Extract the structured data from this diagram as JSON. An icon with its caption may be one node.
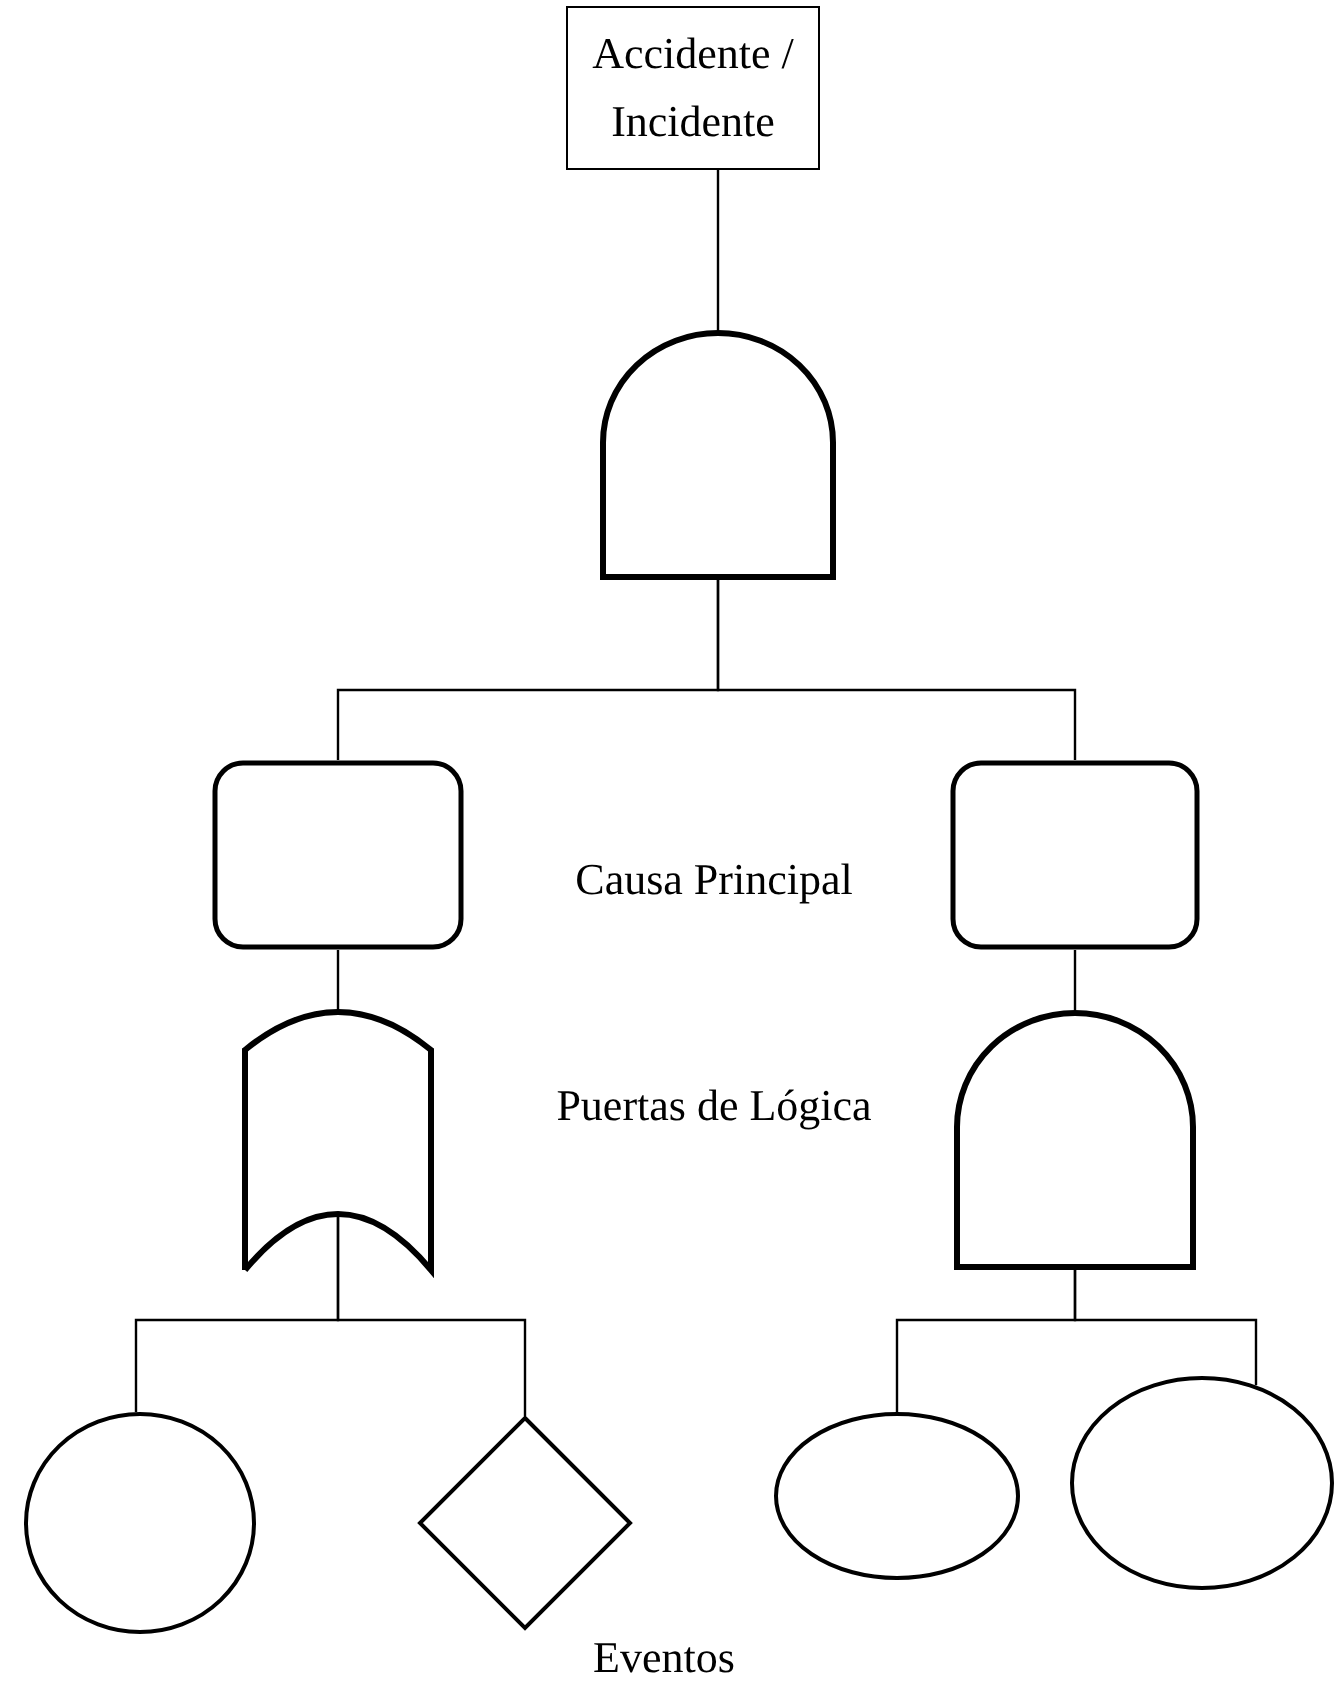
{
  "diagram": {
    "nodes": [
      {
        "text": [
          "Accidente / Incidente"
        ]
      },
      {
        "text": [],
        "shape": "dome"
      },
      {
        "text": [],
        "shape": "box"
      },
      {
        "text": [],
        "shape": "box"
      },
      {
        "text": [],
        "shape": "gate"
      },
      {
        "text": [],
        "shape": "dome"
      },
      {
        "text": [],
        "shape": "circle"
      },
      {
        "text": [],
        "shape": "diamond"
      },
      {
        "text": [],
        "shape": "circle"
      },
      {
        "text": [],
        "shape": "circle"
      }
    ],
    "edges": [
      {
        "from": 0,
        "to": 1,
        "arrow": "none"
      },
      {
        "from": 1,
        "to": 2,
        "arrow": "none"
      },
      {
        "from": 1,
        "to": 3,
        "arrow": "none"
      },
      {
        "from": 2,
        "to": 4,
        "arrow": "none"
      },
      {
        "from": 3,
        "to": 5,
        "arrow": "none"
      },
      {
        "from": 4,
        "to": 6,
        "arrow": "none"
      },
      {
        "from": 4,
        "to": 7,
        "arrow": "none"
      },
      {
        "from": 5,
        "to": 8,
        "arrow": "none"
      },
      {
        "from": 5,
        "to": 9,
        "arrow": "none"
      }
    ],
    "labels": [
      "Causa Principal",
      "Puertas de Lógica",
      "Eventos"
    ]
  }
}
